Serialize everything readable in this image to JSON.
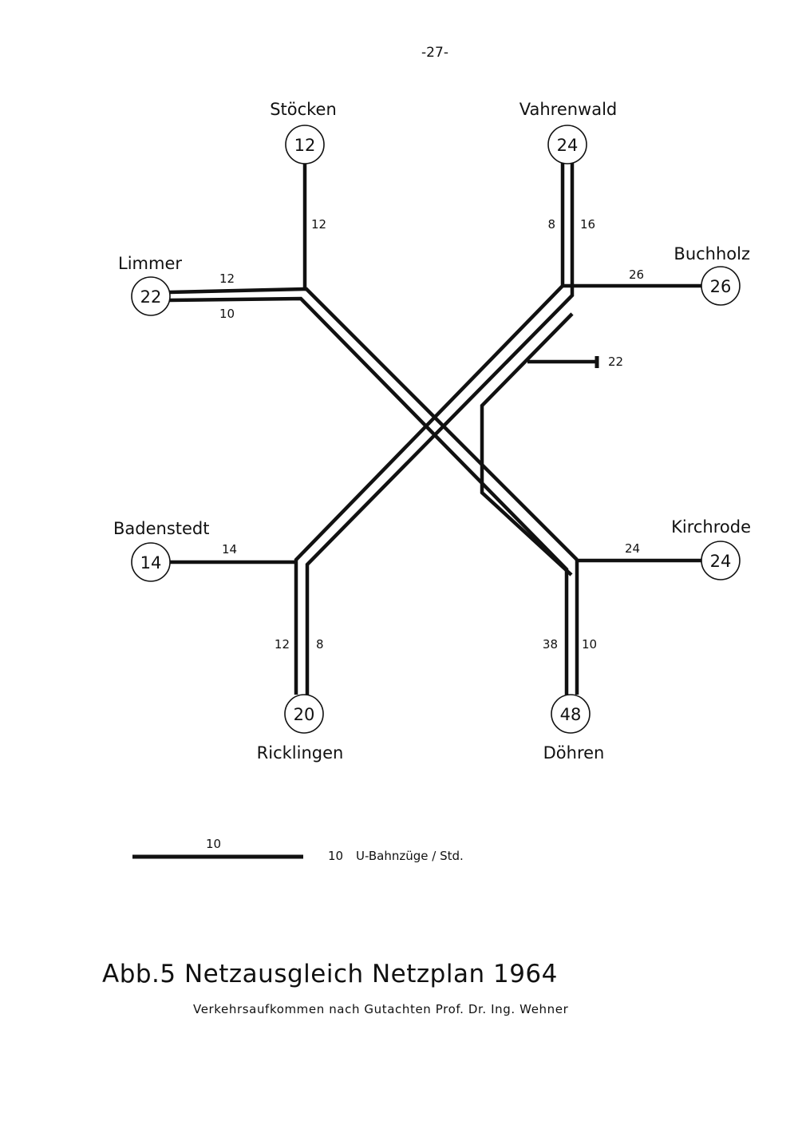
{
  "page_number": "-27-",
  "stations": {
    "stoecken": {
      "name": "Stöcken",
      "number": "12"
    },
    "vahrenwald": {
      "name": "Vahrenwald",
      "number": "24"
    },
    "limmer": {
      "name": "Limmer",
      "number": "22"
    },
    "buchholz": {
      "name": "Buchholz",
      "number": "26"
    },
    "badenstedt": {
      "name": "Badenstedt",
      "number": "14"
    },
    "kirchrode": {
      "name": "Kirchrode",
      "number": "24"
    },
    "ricklingen": {
      "name": "Ricklingen",
      "number": "20"
    },
    "doehren": {
      "name": "Döhren",
      "number": "48"
    }
  },
  "line_labels": {
    "stoecken": "12",
    "vahrenwald_a": "8",
    "vahrenwald_b": "16",
    "limmer_a": "12",
    "limmer_b": "10",
    "buchholz": "26",
    "branch_22": "22",
    "badenstedt": "14",
    "kirchrode": "24",
    "ricklingen_a": "12",
    "ricklingen_b": "8",
    "doehren_a": "38",
    "doehren_b": "10"
  },
  "legend": {
    "bar_value": "10",
    "value": "10",
    "unit_text": "U-Bahnzüge / Std."
  },
  "caption": {
    "title": "Abb.5 Netzausgleich Netzplan 1964",
    "subtitle": "Verkehrsaufkommen nach Gutachten Prof. Dr. Ing. Wehner"
  }
}
